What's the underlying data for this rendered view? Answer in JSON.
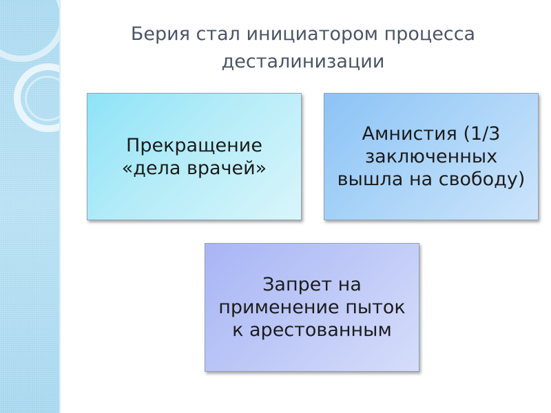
{
  "slide": {
    "title": "Берия стал инициатором процесса десталинизации",
    "boxes": [
      {
        "text": "Прекращение «дела врачей»"
      },
      {
        "text": "Амнистия (1/3 заключенных вышла на свободу)"
      },
      {
        "text": "Запрет на применение пыток к арестованным"
      }
    ]
  },
  "colors": {
    "side_band": "#a9d8ef",
    "title_text": "#4a5566",
    "box_1_fill": "#b4ecf8",
    "box_2_fill": "#a9d3f8",
    "box_3_fill": "#bcc7f7",
    "box_border": "#8fa3b8"
  }
}
